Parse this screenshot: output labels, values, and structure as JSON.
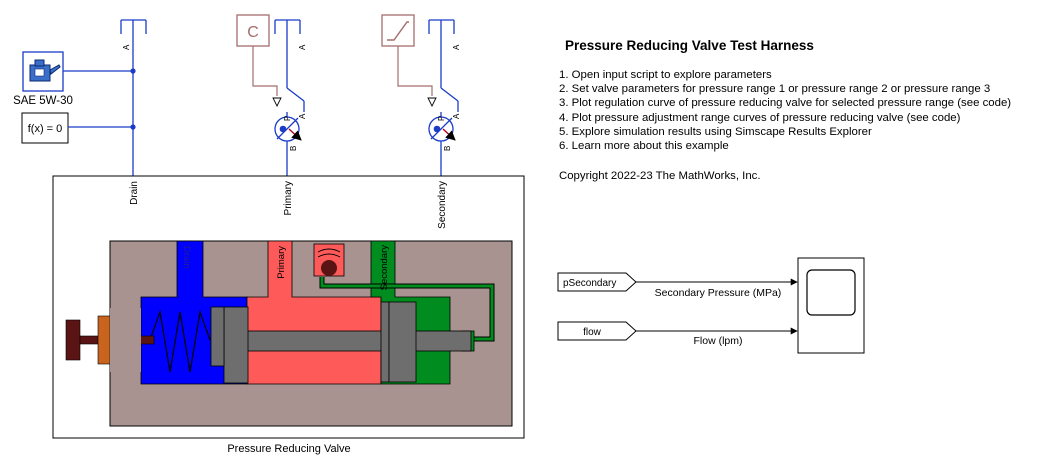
{
  "model": {
    "title": "Pressure Reducing Valve Test Harness",
    "steps": [
      "1. Open input script to explore parameters",
      "2. Set valve parameters for pressure range 1 or pressure range 2 or pressure range 3",
      "3. Plot regulation curve of pressure reducing valve for selected pressure range (see code)",
      "4. Plot pressure adjustment range curves of pressure reducing valve (see code)",
      "5. Explore simulation results using Simscape Results Explorer",
      "6. Learn more about this example"
    ],
    "copyright": "Copyright 2022-23 The MathWorks, Inc."
  },
  "blocks": {
    "fluid_label": "SAE 5W-30",
    "solver_label": "f(x) = 0",
    "constant_glyph": "C",
    "subsystem_label": "Pressure Reducing Valve",
    "port_drain": "Drain",
    "port_primary": "Primary",
    "port_secondary": "Secondary",
    "ref_port_a": "A",
    "src_port_p": "P",
    "src_port_b": "B",
    "icon_drain": "Drain",
    "icon_primary": "Primary",
    "icon_secondary": "Secondary",
    "goto_secondary": "pSecondary",
    "goto_flow": "flow",
    "signal_secondary": "Secondary Pressure (MPa)",
    "signal_flow": "Flow (lpm)"
  },
  "colors": {
    "signal_blue": "#1a3cc8",
    "block_border": "#a56d6d",
    "housing": "#a89391",
    "drain_blue": "#0000ff",
    "primary_red": "#ff5a5a",
    "secondary_green": "#008c1e",
    "piston_gray": "#6e6e6e",
    "knob_brown": "#5a1414",
    "nut_orange": "#c8641e"
  }
}
